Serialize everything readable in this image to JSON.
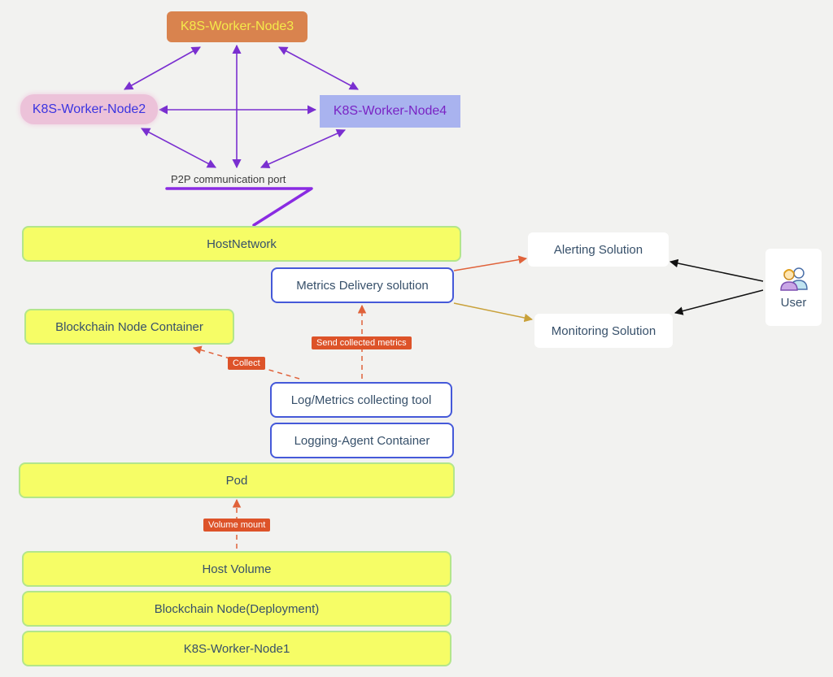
{
  "nodes": {
    "worker_node3": "K8S-Worker-Node3",
    "worker_node2": "K8S-Worker-Node2",
    "worker_node4": "K8S-Worker-Node4",
    "p2p_port": "P2P communication port",
    "host_network": "HostNetwork",
    "metrics_delivery": "Metrics Delivery solution",
    "blockchain_container": "Blockchain Node Container",
    "log_metrics_tool": "Log/Metrics collecting tool",
    "logging_agent": "Logging-Agent Container",
    "pod": "Pod",
    "host_volume": "Host Volume",
    "blockchain_deployment": "Blockchain Node(Deployment)",
    "worker_node1": "K8S-Worker-Node1",
    "alerting": "Alerting Solution",
    "monitoring": "Monitoring Solution",
    "user": "User"
  },
  "edge_labels": {
    "collect": "Collect",
    "send_metrics": "Send collected metrics",
    "volume_mount": "Volume mount"
  },
  "icons": {
    "user": "users-icon"
  },
  "colors": {
    "p2p_arrows": "#7a2fd0",
    "p2p_underline": "#8a2be2",
    "dashed_arrows": "#e0623a",
    "to_alerting": "#e0623a",
    "to_monitoring": "#c9a13a",
    "user_arrows": "#111111"
  }
}
